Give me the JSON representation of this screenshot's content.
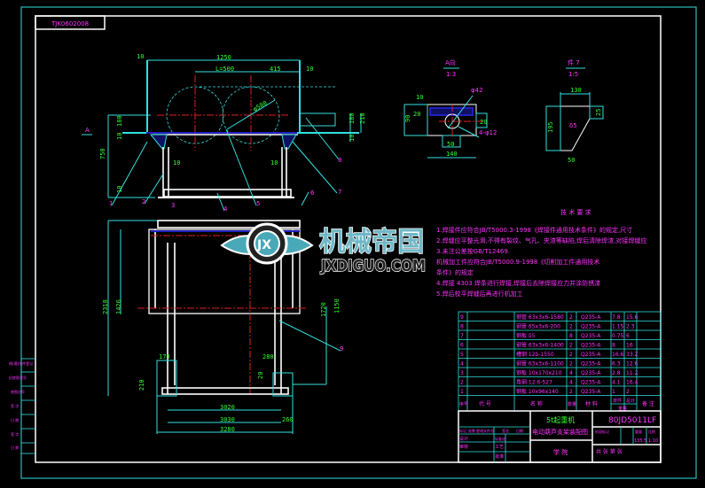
{
  "drawing_code_stamp": "TJK0602008",
  "colors": {
    "background": "#000000",
    "frame": "#ffffff",
    "lines": "#33e0e0",
    "dimension": "#33ff33",
    "text": "#ff33ff",
    "centerline": "#e02020",
    "hidden": "#2020c0"
  },
  "top_view": {
    "view_marker": "A",
    "dims": {
      "overall_width": "1250",
      "span": "L=500",
      "offset": "415",
      "diameter": "φ580",
      "left_gap": "10",
      "right_gap": "10",
      "h1": "180",
      "h2": "10",
      "h3": "750",
      "h4": "10",
      "h5": "10",
      "h6": "10",
      "r1": "180",
      "r2": "210",
      "r3": "10"
    },
    "balloons": [
      "1",
      "2",
      "3",
      "4",
      "5",
      "6",
      "7",
      "8"
    ]
  },
  "front_view": {
    "dims": {
      "h_total": "2318",
      "h_inner": "1426",
      "h_right": "1720",
      "h_right2": "1150",
      "foot_w": "170",
      "foot_h": "210",
      "foot_gap": "280",
      "small": "20",
      "w1": "3020",
      "w2": "3030",
      "w3": "3280",
      "side": "260"
    },
    "balloons": [
      "9"
    ]
  },
  "section_a": {
    "title": "A向",
    "scale": "1:3",
    "dims": {
      "d1": "10",
      "d2": "20",
      "d3": "90",
      "d4": "20",
      "w1": "50",
      "w2": "140"
    },
    "notes": [
      "φ42",
      "4-φ12"
    ]
  },
  "section_7": {
    "title": "件 7",
    "scale": "1:5",
    "dims": {
      "top": "130",
      "side": "25",
      "h": "195",
      "bottom": "50"
    },
    "thickness": "δ5"
  },
  "tech_requirements": {
    "title": "技 术 要 求",
    "lines": [
      "1.焊接件应符合JB/T5000.3-1998《焊接件通用技术条件》的规定,尺寸",
      "2.焊缝应平整光滑,不得有裂纹、气孔、夹渣等缺陷,焊后清除焊渣,对接焊缝应",
      "3.未注公差按GB/T12469.",
      "  机械加工件应符合JB/T5000.9-1998《切削加工件通用技术",
      "  条件》的规定",
      "4.焊接 4303 焊条进行焊接,焊接后去除焊接应力并涂防锈漆",
      "5.焊后校平焊缝后再进行机加工"
    ]
  },
  "watermark": {
    "logo_text": "JX",
    "cn": "机械帝国",
    "en": "JXDIGUO.COM"
  },
  "parts_table": {
    "headers": {
      "no": "序号",
      "code": "代  号",
      "name": "名  称",
      "qty": "数量",
      "material": "材  料",
      "unit": "单件",
      "total": "总计",
      "weight": "重量",
      "remark": "备 注"
    },
    "rows": [
      {
        "no": "9",
        "name": "钢管 63x3x6-1580",
        "qty": "2",
        "material": "Q235-A",
        "unit": "7.8",
        "total": "15.6"
      },
      {
        "no": "8",
        "name": "钢管 65x3x6-200",
        "qty": "2",
        "material": "Q235-A",
        "unit": "1.15",
        "total": "2.3"
      },
      {
        "no": "7",
        "name": "钢板 δ5",
        "qty": "8",
        "material": "Q235-A",
        "unit": "0.75",
        "total": "6"
      },
      {
        "no": "6",
        "name": "钢管 63x3x6-1400",
        "qty": "2",
        "material": "Q235-A",
        "unit": "8",
        "total": "16"
      },
      {
        "no": "5",
        "name": "槽钢 12δ-1550",
        "qty": "2",
        "material": "Q235-A",
        "unit": "16.6",
        "total": "33.2"
      },
      {
        "no": "4",
        "name": "钢管 63x3x6-1100",
        "qty": "2",
        "material": "Q235-A",
        "unit": "6.3",
        "total": "12.6"
      },
      {
        "no": "3",
        "name": "钢板 10x170x210",
        "qty": "4",
        "material": "Q235-A",
        "unit": "2.8",
        "total": "11.2"
      },
      {
        "no": "2",
        "name": "角钢 12.6-527",
        "qty": "4",
        "material": "Q235-A",
        "unit": "4.1",
        "total": "16.4"
      },
      {
        "no": "1",
        "name": "钢板 10x96x140",
        "qty": "2",
        "material": "Q235-A",
        "unit": "1",
        "total": "2"
      }
    ]
  },
  "title_block": {
    "product": "5t起重机",
    "drawing_name": "电动葫芦支架装配图",
    "drawing_number": "80JD5011LF",
    "rev_labels": [
      "标记",
      "处数",
      "更改文件号",
      "签名",
      "日期"
    ],
    "sign_labels": [
      "设计",
      "标准化",
      "审核",
      "工艺",
      "批准"
    ],
    "stage_labels": [
      "阶段标记",
      "重量",
      "比例"
    ],
    "weight": "135.5",
    "scale": "1:10",
    "sheet": "共  张  第  张",
    "company": "学 院"
  },
  "left_strip": [
    "借(通)用件登记",
    "旧底图总号",
    "底图总号",
    "签 字",
    "日 期",
    "签 字",
    "日 期"
  ]
}
